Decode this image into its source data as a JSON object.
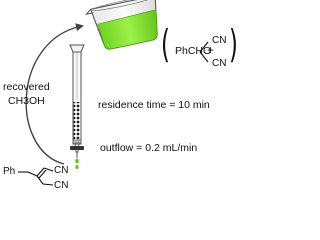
{
  "recovered_solvent": {
    "line1": "recovered",
    "line2": "CH3OH"
  },
  "residence_time": "residence time = 10 min",
  "outflow": "outflow = 0.2 mL/min",
  "reagents": {
    "aldehyde": "PhCHO",
    "plus": "+",
    "cn_top": "CN",
    "cn_bottom": "CN"
  },
  "product": {
    "phenyl": "Ph",
    "cn_top": "CN",
    "cn_bottom": "CN"
  },
  "colors": {
    "solution": "#8be23a",
    "solution_dark": "#5fae1f",
    "beaker_glass": "#f2f2f2",
    "column_packing": "#2a2a2a",
    "drops": "#6cc11e",
    "arrow": "#444444"
  }
}
